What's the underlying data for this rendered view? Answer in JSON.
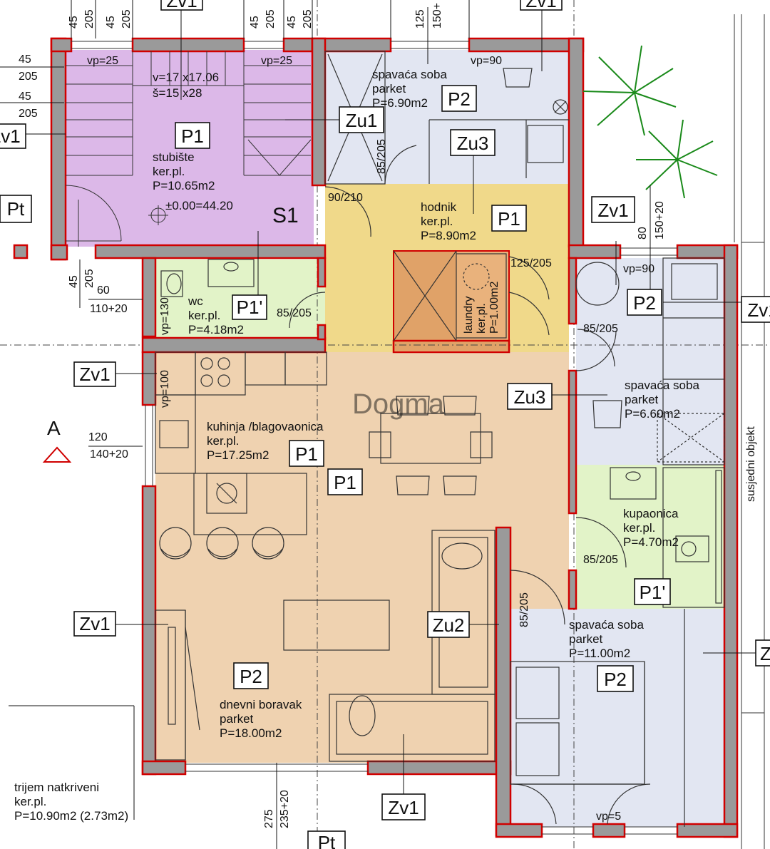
{
  "colors": {
    "stair": "#dcb8e8",
    "bedroom": "#e2e6f2",
    "hall": "#f0d98a",
    "wet": "#e2f3c8",
    "living": "#efd2b0",
    "laundry": "#e0a268",
    "wall_edge": "#d00000",
    "wall_fill": "#9a9a9a"
  },
  "rooms": {
    "stair": {
      "name": "stubište",
      "floor": "ker.pl.",
      "area": "P=10.65m2",
      "level": "±0.00=44.20",
      "steps_v": "v=17 x17.06",
      "steps_s": "š=15 x28",
      "code": "S1"
    },
    "bed1": {
      "name": "spavaća soba",
      "floor": "parket",
      "area": "P=6.90m2"
    },
    "hall": {
      "name": "hodnik",
      "floor": "ker.pl.",
      "area": "P=8.90m2"
    },
    "laundry": {
      "name": "laundry",
      "floor": "ker.pl.",
      "area": "P=1.00m2"
    },
    "wc": {
      "name": "wc",
      "floor": "ker.pl.",
      "area": "P=4.18m2"
    },
    "kitchen": {
      "name": "kuhinja /blagovaonica",
      "floor": "ker.pl.",
      "area": "P=17.25m2"
    },
    "living": {
      "name": "dnevni boravak",
      "floor": "parket",
      "area": "P=18.00m2"
    },
    "bed2": {
      "name": "spavaća soba",
      "floor": "parket",
      "area": "P=6.60m2"
    },
    "bath": {
      "name": "kupaonica",
      "floor": "ker.pl.",
      "area": "P=4.70m2"
    },
    "bed3": {
      "name": "spavaća soba",
      "floor": "parket",
      "area": "P=11.00m2"
    },
    "porch": {
      "name": "trijem natkriveni",
      "floor": "ker.pl.",
      "area": "P=10.90m2 (2.73m2)"
    }
  },
  "tags": {
    "zv1": "Zv1",
    "zu1": "Zu1",
    "zu2": "Zu2",
    "zu3": "Zu3",
    "p1": "P1",
    "p1p": "P1'",
    "p2": "P2",
    "pt": "Pt",
    "s1": "S1",
    "z": "Z"
  },
  "dims": {
    "d45": "45",
    "d205": "205",
    "d125": "125",
    "d150": "150+",
    "vp25": "vp=25",
    "vp90": "vp=90",
    "vp5": "vp=5",
    "vp130": "vp=130",
    "vp100": "vp=100",
    "d60": "60",
    "d110": "110+20",
    "d120": "120",
    "d140": "140+20",
    "d80": "80",
    "d150b": "150+20",
    "d275": "275",
    "d235": "235+20",
    "door90": "90/210",
    "door85": "85/205",
    "door125": "125/205"
  },
  "labels": {
    "section_a": "A",
    "neighbor": "susjedni objekt",
    "watermark": "Dogma"
  }
}
